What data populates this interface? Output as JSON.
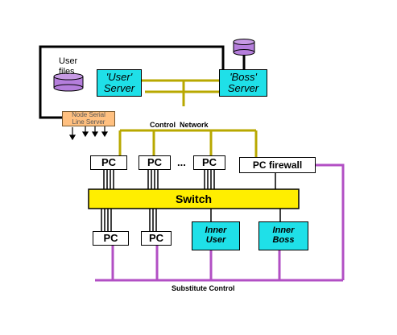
{
  "user_files_label_line1": "User",
  "user_files_label_line2": "files",
  "user_server": {
    "line1": "'User'",
    "line2": "Server"
  },
  "boss_server": {
    "line1": "'Boss'",
    "line2": "Server"
  },
  "serial_server": {
    "line1": "Node Serial",
    "line2": "Line Server"
  },
  "control_network_label": "Control  Network",
  "pc_label": "PC",
  "ellipsis": "...",
  "firewall_label": "PC firewall",
  "switch_label": "Switch",
  "inner_user": {
    "line1": "Inner",
    "line2": "User"
  },
  "inner_boss": {
    "line1": "Inner",
    "line2": "Boss"
  },
  "substitute_control_label": "Substitute Control",
  "colors": {
    "cyan": "#1fe0e8",
    "switch_yellow": "#ffee00",
    "control_olive": "#b8a800",
    "substitute_purple": "#b24fc4",
    "db_purple": "#b57edc",
    "serial_orange": "#ffc080"
  }
}
